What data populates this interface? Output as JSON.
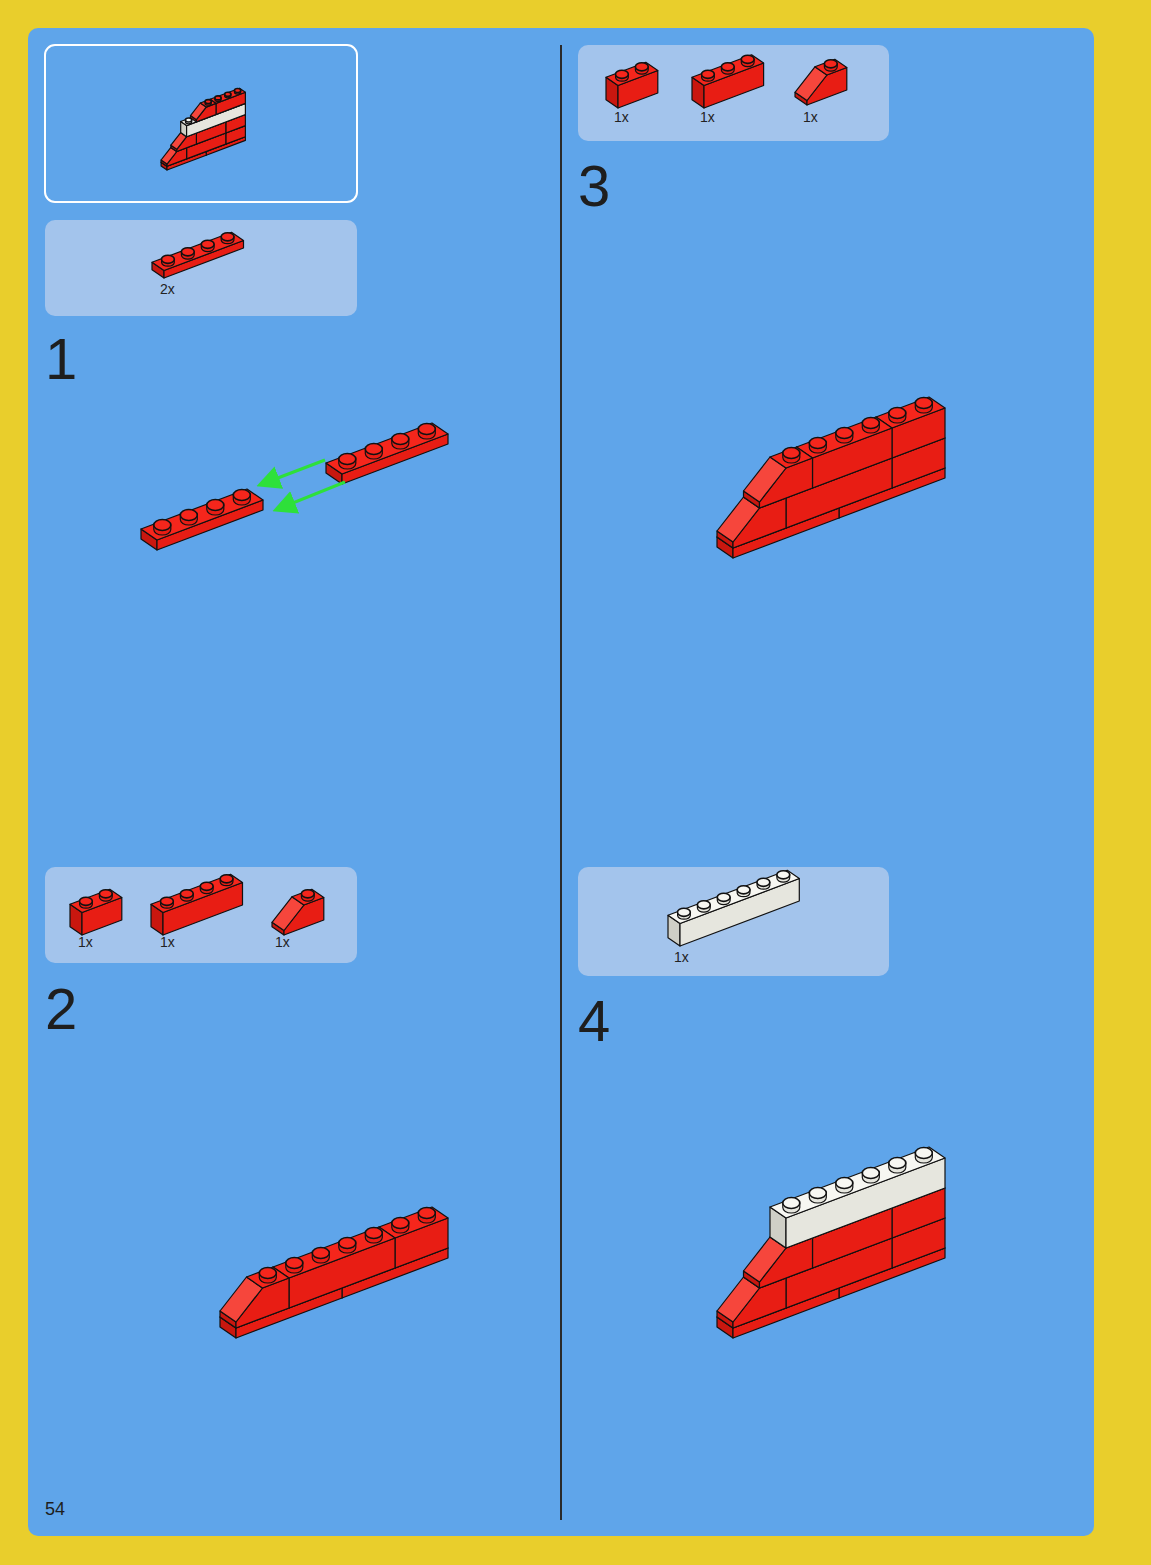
{
  "diagram": {
    "nodes": [
      {
        "text": [
          "2x"
        ]
      },
      {
        "text": [
          "1x",
          "1x",
          "1x"
        ]
      },
      {
        "text": [
          "1x",
          "1x",
          "1x"
        ]
      },
      {
        "text": [
          "1x"
        ]
      }
    ],
    "labels": [
      "1",
      "2",
      "3",
      "4",
      "54"
    ]
  }
}
